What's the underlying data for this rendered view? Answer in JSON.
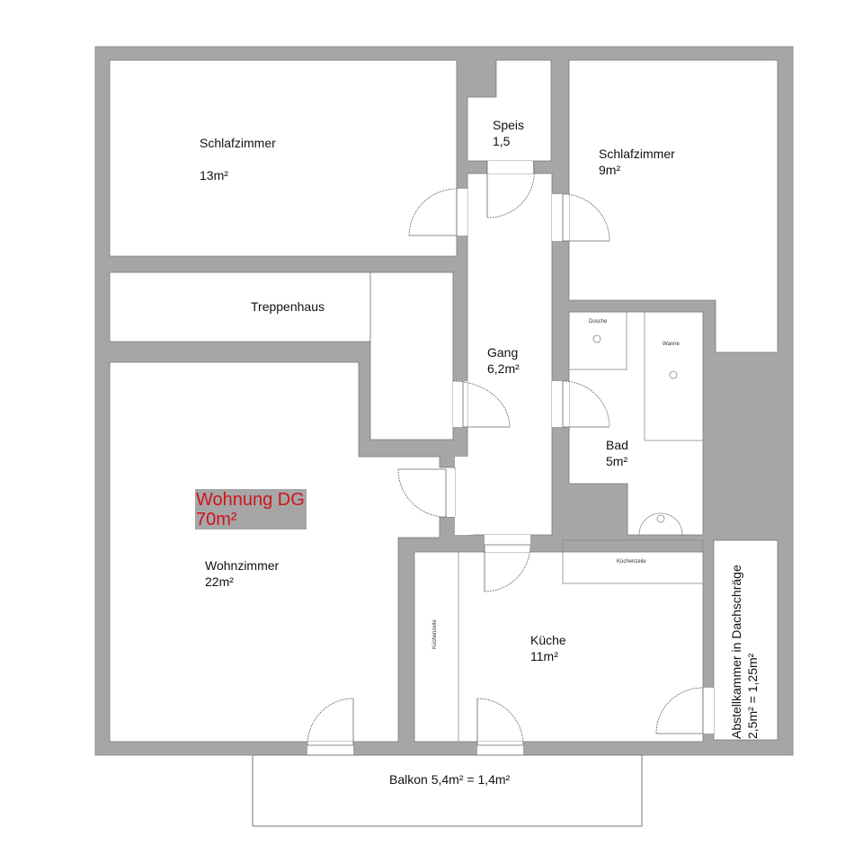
{
  "plan": {
    "title": "Wohnung DG",
    "total_area": "70m²",
    "colors": {
      "wall": "#a6a6a6",
      "floor": "#ffffff",
      "highlight_text": "#d0141b",
      "highlight_bg": "#a6a6a6"
    }
  },
  "rooms": {
    "schlafzimmer_left": {
      "name": "Schlafzimmer",
      "area": "13m²"
    },
    "speis": {
      "name": "Speis",
      "area": "1,5"
    },
    "schlafzimmer_right": {
      "name": "Schlafzimmer",
      "area": "9m²"
    },
    "treppenhaus": {
      "name": "Treppenhaus"
    },
    "gang": {
      "name": "Gang",
      "area": "6,2m²"
    },
    "bad": {
      "name": "Bad",
      "area": "5m²"
    },
    "wohnzimmer": {
      "name": "Wohnzimmer",
      "area": "22m²"
    },
    "kueche": {
      "name": "Küche",
      "area": "11m²"
    },
    "abstellkammer": {
      "name": "Abstellkammer in Dachschräge",
      "area": "2,5m² = 1,25m²"
    },
    "balkon": {
      "label": "Balkon 5,4m² = 1,4m²"
    }
  },
  "fixtures": {
    "dusche": "Dusche",
    "wanne": "Wanne",
    "kuechenzeile_top": "Küchenzeile",
    "kuechenzeile_left": "Küchenzeile"
  }
}
